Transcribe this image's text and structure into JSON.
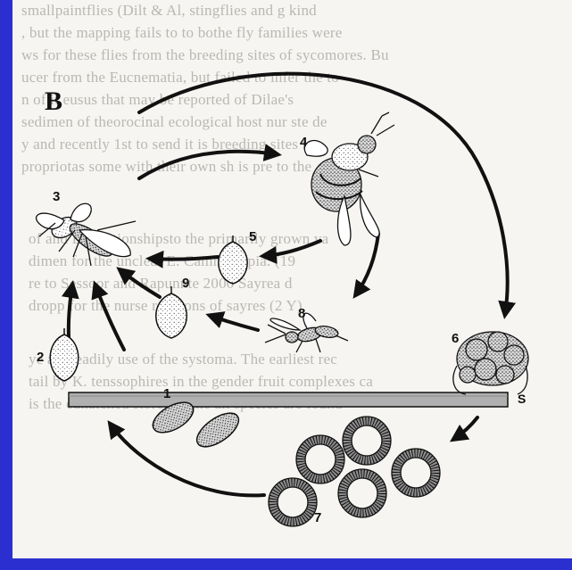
{
  "background_text": [
    "smallpaintflies (Dilt & Al, stingflies and g kind",
    ", but the mapping fails to to bothe fly families were",
    "ws for these flies from the breeding sites of sycomores. Bu",
    "ucer from the Eucnematia, but failed to infer the to",
    "n of it eusus that may be reported of Dilae's",
    "sedimen of theorocinal ecological host nur ste de",
    "y and recently 1st to send it is breeding sites to",
    "propriotas some with their own sh is pre to the",
    "",
    "of and E. relationshipsto the primarily grown va",
    "dimen for the unclear E. Camhistrapia. (19",
    "re to Sessoor and Rapunnte 2000 Sayrea d",
    "dropp for the nurse relations of sayres (2 Y)",
    "",
    "ye are readily use of the systoma. The earliest rec",
    "tail by K. tenssophires in the gender fruit complexes ca",
    "is the eunatched stored in the alt species are found"
  ],
  "figure": {
    "panel_label": "B",
    "stage_numbers": [
      "1",
      "2",
      "3",
      "4",
      "5",
      "6",
      "7",
      "8",
      "9"
    ],
    "substrate_label": "S"
  },
  "colors": {
    "frame": "#2b2fd0",
    "paper": "#f7f5f1",
    "ink": "#111111",
    "faint_text": "#b9b8b3"
  }
}
